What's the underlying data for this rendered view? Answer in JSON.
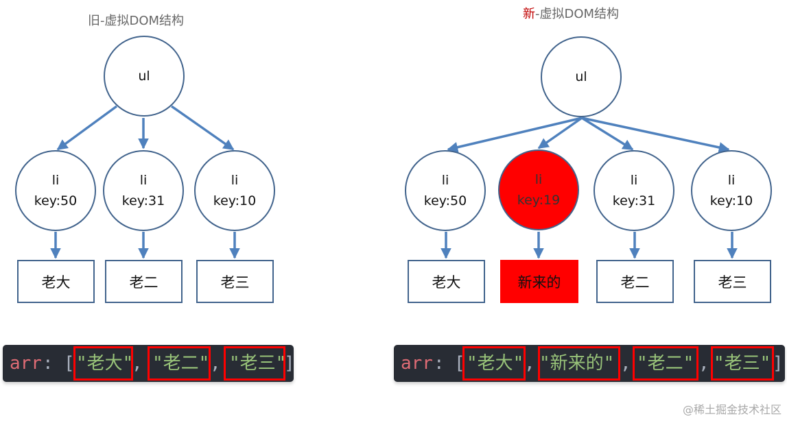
{
  "left": {
    "title": "旧-虚拟DOM结构",
    "root": "ul",
    "nodes": [
      {
        "tag": "li",
        "key": "key:50",
        "text": "老大"
      },
      {
        "tag": "li",
        "key": "key:31",
        "text": "老二"
      },
      {
        "tag": "li",
        "key": "key:10",
        "text": "老三"
      }
    ],
    "code": {
      "prefix": "arr",
      "colon": ":",
      "open": "[",
      "close": "]",
      "sep": ",",
      "items": [
        "\"老大\"",
        "\"老二\"",
        "\"老三\""
      ]
    }
  },
  "right": {
    "title_highlight": "新",
    "title_rest": "-虚拟DOM结构",
    "root": "ul",
    "nodes": [
      {
        "tag": "li",
        "key": "key:50",
        "text": "老大"
      },
      {
        "tag": "li",
        "key": "key:19",
        "text": "新来的"
      },
      {
        "tag": "li",
        "key": "key:31",
        "text": "老二"
      },
      {
        "tag": "li",
        "key": "key:10",
        "text": "老三"
      }
    ],
    "code": {
      "prefix": "arr",
      "colon": ":",
      "open": "[",
      "close": "]",
      "sep": ",",
      "items": [
        "\"老大\"",
        "\"新来的\"",
        "\"老二\"",
        "\"老三\""
      ]
    }
  },
  "watermark": "@稀土掘金技术社区",
  "colors": {
    "edge": "#4f81bd",
    "node_border": "#41638c",
    "highlight": "#ff0000"
  }
}
